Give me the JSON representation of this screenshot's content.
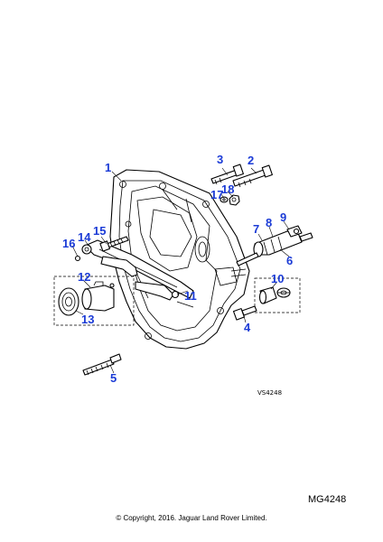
{
  "callouts": [
    {
      "id": "1",
      "label": "1"
    },
    {
      "id": "2",
      "label": "2"
    },
    {
      "id": "3",
      "label": "3"
    },
    {
      "id": "4",
      "label": "4"
    },
    {
      "id": "5",
      "label": "5"
    },
    {
      "id": "6",
      "label": "6"
    },
    {
      "id": "7",
      "label": "7"
    },
    {
      "id": "8",
      "label": "8"
    },
    {
      "id": "9",
      "label": "9"
    },
    {
      "id": "10",
      "label": "10"
    },
    {
      "id": "11",
      "label": "11"
    },
    {
      "id": "12",
      "label": "12"
    },
    {
      "id": "13",
      "label": "13"
    },
    {
      "id": "14",
      "label": "14"
    },
    {
      "id": "15",
      "label": "15"
    },
    {
      "id": "16",
      "label": "16"
    },
    {
      "id": "17",
      "label": "17"
    },
    {
      "id": "18",
      "label": "18"
    }
  ],
  "drawing_code": "VS4248",
  "figure_id": "MG4248",
  "copyright": "© Copyright, 2016. Jaguar Land Rover Limited.",
  "callout_color": "#1b3bd6"
}
